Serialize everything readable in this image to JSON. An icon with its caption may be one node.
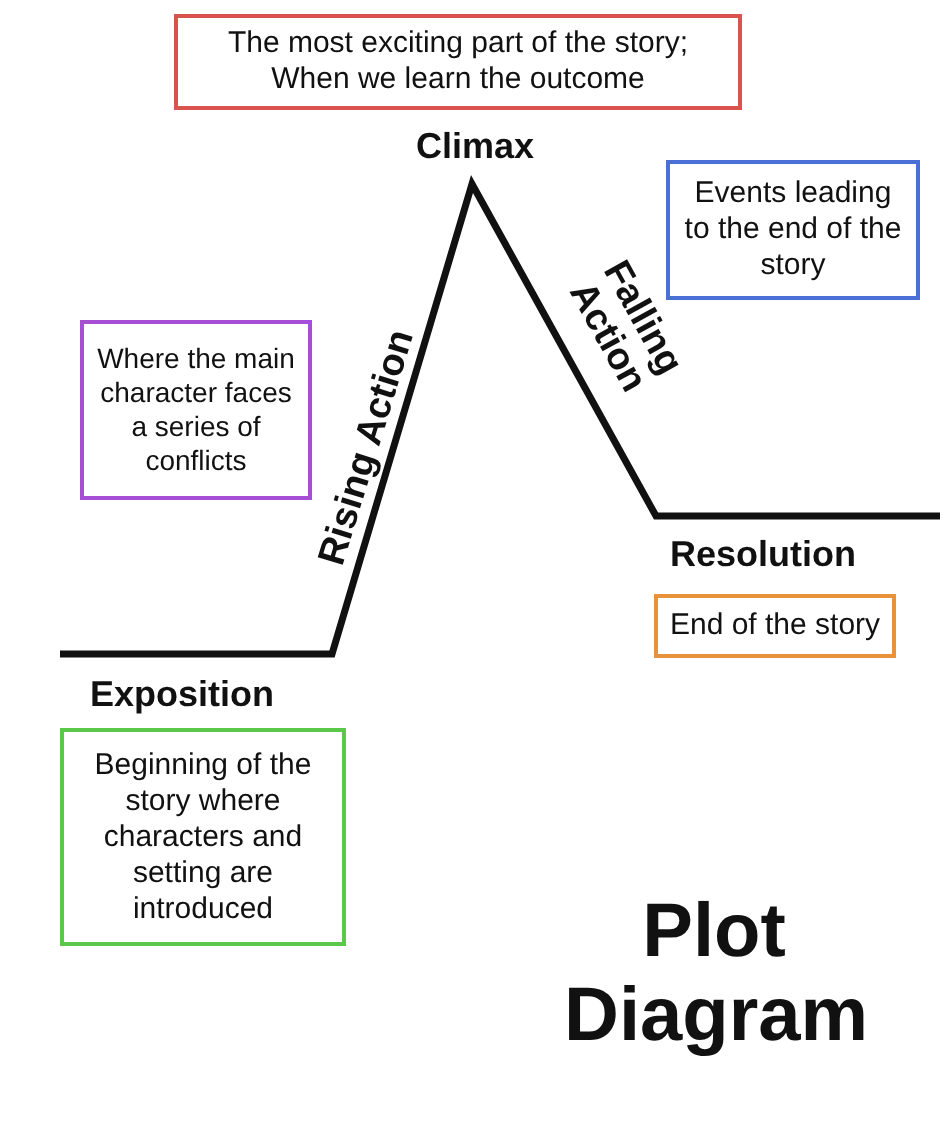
{
  "diagram": {
    "title": "Plot Diagram",
    "nodes": [
      {
        "text": [
          "The most exciting part of the story; When we learn the outcome"
        ]
      },
      {
        "text": [
          "Events leading to the end of the story"
        ]
      },
      {
        "text": [
          "Where the main character faces a series of conflicts"
        ]
      },
      {
        "text": [
          "End of the story"
        ]
      },
      {
        "text": [
          "Beginning of the story where characters and setting are introduced"
        ]
      }
    ],
    "labels": [
      "Climax",
      "Falling Action",
      "Rising Action",
      "Resolution",
      "Exposition"
    ]
  }
}
